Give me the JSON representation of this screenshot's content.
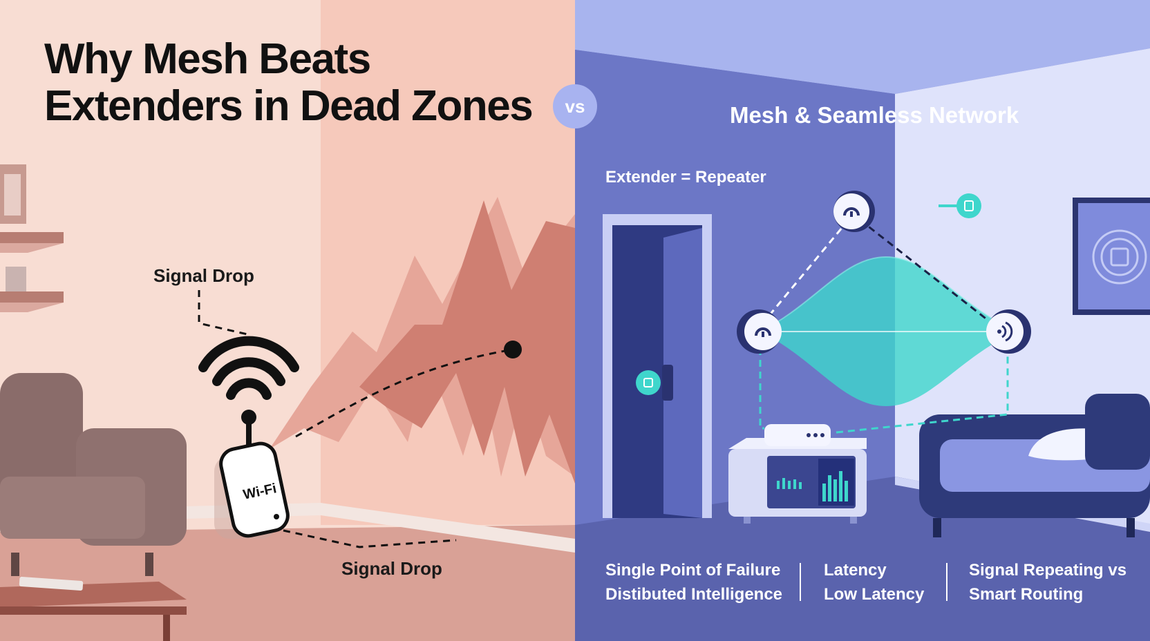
{
  "title": {
    "line1": "Why Mesh Beats",
    "line2": "Extenders in Dead Zones"
  },
  "vs_badge": "vs",
  "left_panel": {
    "signal_drop_top": "Signal Drop",
    "signal_drop_bottom": "Signal Drop",
    "router_label": "Wi-Fi"
  },
  "right_panel": {
    "heading": "Mesh & Seamless Network",
    "extender_label": "Extender = Repeater",
    "features": [
      {
        "line1": "Single Point of Failure",
        "line2": "Distibuted Intelligence"
      },
      {
        "line1": "Latency",
        "line2": "Low Latency"
      },
      {
        "line1": "Signal Repeating vs",
        "line2": "Smart Routing"
      }
    ]
  },
  "colors": {
    "left_bg": "#f8ddd3",
    "left_wall_right": "#f6c9bb",
    "signal_spikes": "#cf7f72",
    "right_bg": "#6e78c8",
    "right_wall": "#7f89d6",
    "mesh_accent": "#3fd6cc",
    "sofa": "#8a6c6a",
    "bed": "#2e3a7a"
  }
}
